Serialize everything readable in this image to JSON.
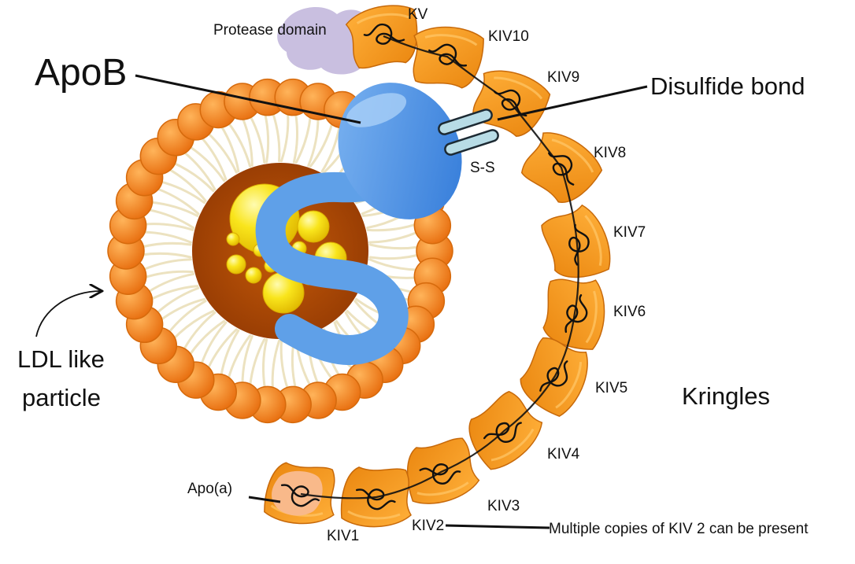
{
  "labels": {
    "protease_domain": "Protease domain",
    "apob": "ApoB",
    "disulfide_bond": "Disulfide bond",
    "ss": "S-S",
    "kringles": "Kringles",
    "ldl_line1": "LDL like",
    "ldl_line2": "particle",
    "apoa": "Apo(a)",
    "multiple_copies": "Multiple copies of KIV 2 can be present"
  },
  "kringles": [
    {
      "id": "kv",
      "label": "KV"
    },
    {
      "id": "kiv10",
      "label": "KIV10"
    },
    {
      "id": "kiv9",
      "label": "KIV9"
    },
    {
      "id": "kiv8",
      "label": "KIV8"
    },
    {
      "id": "kiv7",
      "label": "KIV7"
    },
    {
      "id": "kiv6",
      "label": "KIV6"
    },
    {
      "id": "kiv5",
      "label": "KIV5"
    },
    {
      "id": "kiv4",
      "label": "KIV4"
    },
    {
      "id": "kiv3",
      "label": "KIV3"
    },
    {
      "id": "kiv2",
      "label": "KIV2"
    },
    {
      "id": "kiv1",
      "label": "KIV1"
    }
  ],
  "colors": {
    "kringle": "#f39a1c",
    "kringle_dark": "#d9780c",
    "phospholipid_head": "#f5841f",
    "lipid_tail": "#ece2c0",
    "core": "#b84d06",
    "lipid_droplet": "#f7e11a",
    "apob": "#5fa0e8",
    "apob_dark": "#2f78d8",
    "protease_domain": "#c9bfe0",
    "disulfide": "#b8dce6",
    "apoa_patch": "#f9b98a"
  }
}
